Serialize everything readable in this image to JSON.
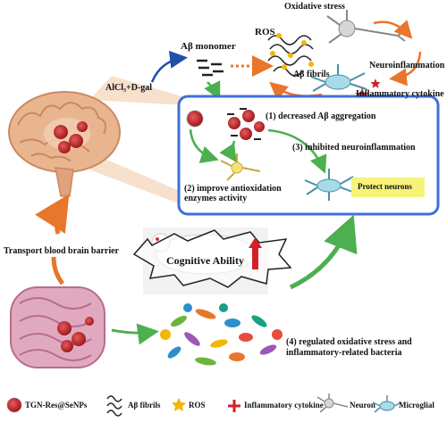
{
  "top": {
    "oxidative_stress": "Oxidative stress",
    "ros": "ROS",
    "ab_fibrils": "Aβ fibrils",
    "neuroinflammation": "Neuroinflammation",
    "inflammatory_cytokine": "Inflammatory cytokine",
    "ab_monomer": "Aβ monomer",
    "alcl3_dgal": "AlCl₃+D-gal"
  },
  "box": {
    "step1": "(1) decreased Aβ aggregation",
    "step2": "(2) improve  antioxidation enzymes activity",
    "step3": "(3) inhibited neuroinflammation",
    "protect": "Protect neurons"
  },
  "middle": {
    "transport": "Transport blood brain barrier",
    "cognitive": "Cognitive Ability"
  },
  "bottom": {
    "step4": "(4) regulated oxidative stress and inflammatory-related bacteria"
  },
  "legend": {
    "nps": "TGN-Res@SeNPs",
    "fibrils": "Aβ fibrils",
    "ros": "ROS",
    "cytokine": "Inflammatory cytokine",
    "neuron": "Neuron",
    "microglial": "Microglial"
  },
  "colors": {
    "box_border": "#3f6fd8",
    "arrow_green": "#4caf50",
    "arrow_orange": "#e8762b",
    "nanoparticle": "#c1272d",
    "protect_bg": "#f7f37a",
    "brain": "#e9b58f"
  }
}
